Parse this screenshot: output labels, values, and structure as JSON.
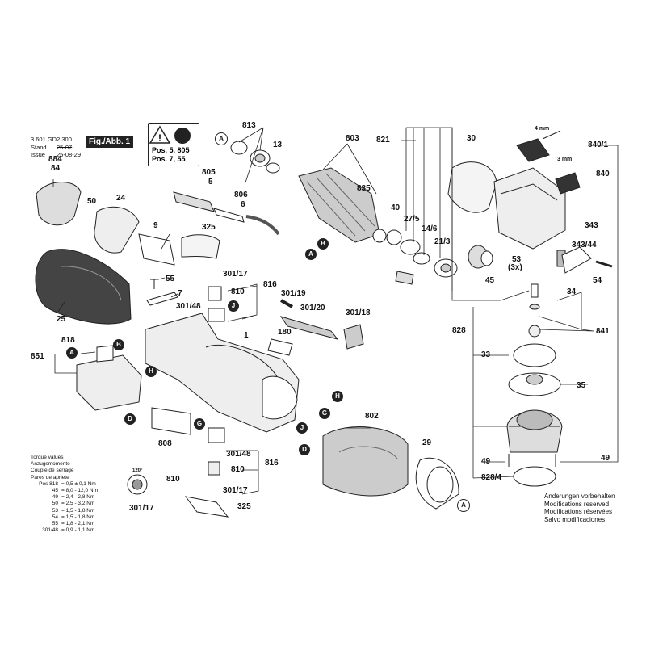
{
  "header": {
    "doc_number": "3 601 GD2 300",
    "stand_label": "Stand",
    "issue_label": "Issue",
    "old_date": "25-07",
    "new_date": "25-08-29",
    "fig_label": "Fig./Abb. 1"
  },
  "warning_box": {
    "line1": "Pos. 5, 805",
    "line2": "Pos. 7, 55"
  },
  "torque": {
    "title_lines": [
      "Torque values",
      "Anzugsmomente",
      "Couple de serrage",
      "Pares de apriete"
    ],
    "rows": [
      {
        "pos": "Pos 818",
        "value": "= 0,5 ± 0,1 Nm"
      },
      {
        "pos": "45",
        "value": "= 8,0 - 12,0 Nm"
      },
      {
        "pos": "49",
        "value": "= 2,4 - 2,8 Nm"
      },
      {
        "pos": "50",
        "value": "= 2,5 - 3,2 Nm"
      },
      {
        "pos": "53",
        "value": "= 1,5 - 1,8 Nm"
      },
      {
        "pos": "54",
        "value": "= 1,5 - 1,8 Nm"
      },
      {
        "pos": "55",
        "value": "= 1,8 - 2,1 Nm"
      },
      {
        "pos": "301/48",
        "value": "= 0,9 - 1,1 Nm"
      }
    ]
  },
  "modifications": [
    "Änderungen vorbehalten",
    "Modifications reserved",
    "Modifications réservées",
    "Salvo modificaciones"
  ],
  "part_labels": [
    "884",
    "84",
    "50",
    "24",
    "9",
    "325",
    "55",
    "7",
    "25",
    "818",
    "851",
    "813",
    "13",
    "805",
    "5",
    "806",
    "6",
    "803",
    "835",
    "301/17",
    "810",
    "301/48",
    "816",
    "301/19",
    "301/20",
    "301/18",
    "1",
    "180",
    "808",
    "802",
    "29",
    "821",
    "40",
    "27/5",
    "14/6",
    "21/3",
    "30",
    "45",
    "53",
    "(3x)",
    "828",
    "33",
    "35",
    "49",
    "828/4",
    "840/1",
    "840",
    "343",
    "343/44",
    "54",
    "34",
    "841",
    "4 mm",
    "3 mm",
    "120°"
  ],
  "callouts": [
    "A",
    "B",
    "D",
    "H",
    "J",
    "G"
  ]
}
